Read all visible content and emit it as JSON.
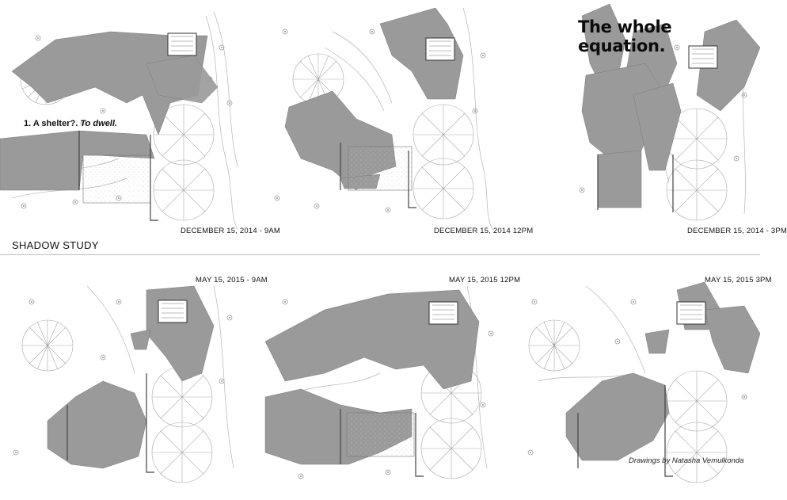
{
  "headline": "The whole equation.",
  "subtitle": {
    "lead": "1. A shelter?.",
    "emphasis": "To dwell."
  },
  "section_title": "SHADOW STUDY",
  "credit": "Drawings by Natasha Vemulkonda",
  "panels": [
    {
      "caption": "DECEMBER 15, 2014 - 9AM"
    },
    {
      "caption": "DECEMBER 15, 2014 12PM"
    },
    {
      "caption": "DECEMBER 15, 2014 - 3PM"
    },
    {
      "caption": "MAY 15, 2015 - 9AM"
    },
    {
      "caption": "MAY 15, 2015 12PM"
    },
    {
      "caption": "MAY 15, 2015 3PM"
    }
  ],
  "colors": {
    "shadow": "#9a9a9a",
    "linework": "#8c8c8c",
    "building": "#3a3a3a",
    "divider": "#bdbdbd"
  }
}
